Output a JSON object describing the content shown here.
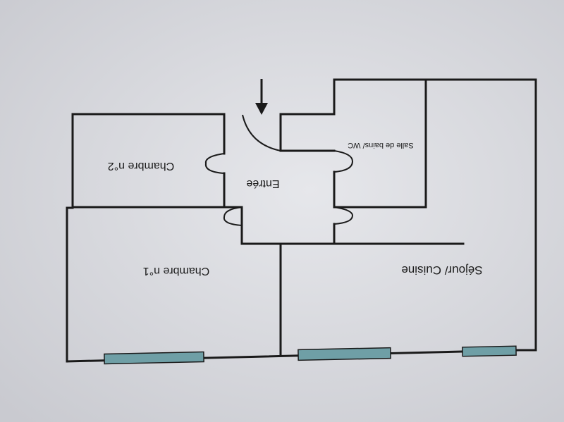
{
  "plan": {
    "rooms": [
      {
        "id": "chambre-2",
        "label": "Chambre n°2"
      },
      {
        "id": "entree",
        "label": "Entrée"
      },
      {
        "id": "salle-de-bains",
        "label": "Salle de bains/ WC"
      },
      {
        "id": "chambre-1",
        "label": "Chambre n°1"
      },
      {
        "id": "sejour",
        "label": "Séjour/ Cuisine"
      }
    ],
    "colors": {
      "background": "#d8d9de",
      "walls": "#1a1a1a",
      "windows": "#6f9fa6"
    },
    "orientation": "rotated-180"
  }
}
